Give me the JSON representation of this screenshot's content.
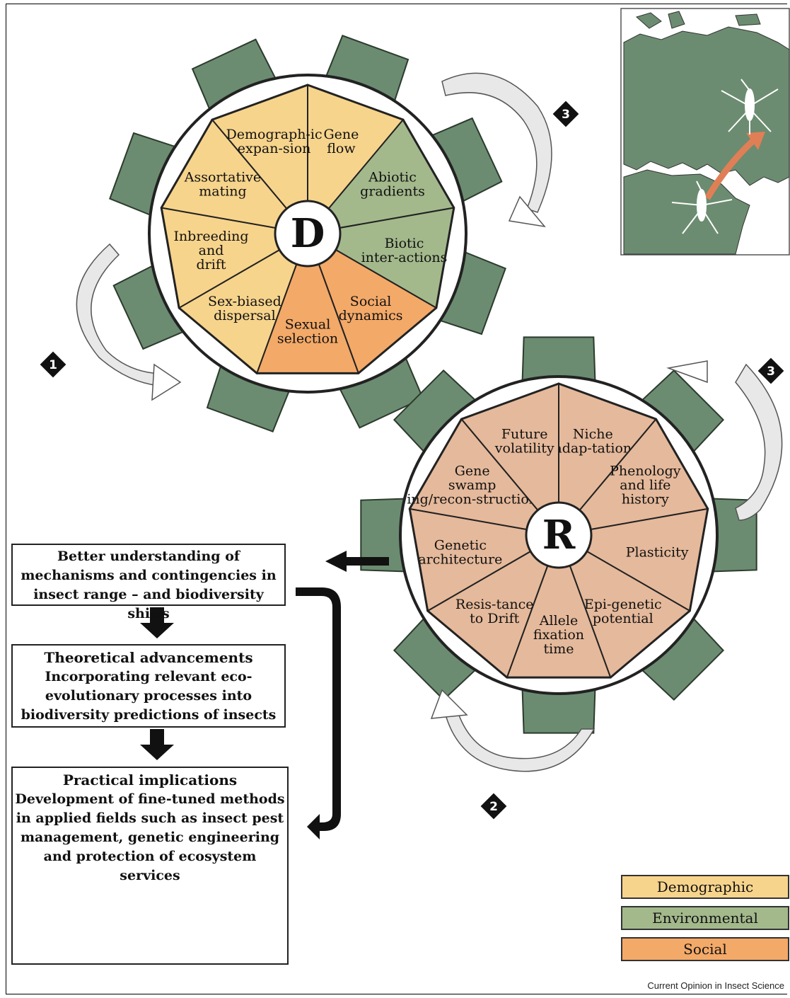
{
  "colors": {
    "demographic": "#f7d48c",
    "environmental": "#a3b98c",
    "social": "#f3a968",
    "resilience": "#e5b99b",
    "gear": "#6b8c70",
    "map_land": "#6b8c70",
    "arrow_orange": "#e07f56"
  },
  "gear_d": {
    "hub": "D",
    "segments": [
      {
        "label": "Gene flow",
        "category": "demographic"
      },
      {
        "label": "Abiotic gradients",
        "category": "environmental"
      },
      {
        "label": "Biotic inter-actions",
        "category": "environmental"
      },
      {
        "label": "Social dynamics",
        "category": "social"
      },
      {
        "label": "Sexual selection",
        "category": "social"
      },
      {
        "label": "Sex-biased dispersal",
        "category": "demographic"
      },
      {
        "label": "Inbreeding and drift",
        "category": "demographic"
      },
      {
        "label": "Assortative mating",
        "category": "demographic"
      },
      {
        "label": "Demograph-ic expan-sion",
        "category": "demographic"
      }
    ]
  },
  "gear_r": {
    "hub": "R",
    "segments": [
      {
        "label": "Niche adap-tation"
      },
      {
        "label": "Phenology and life history"
      },
      {
        "label": "Plasticity"
      },
      {
        "label": "Epi-genetic potential"
      },
      {
        "label": "Allele fixation time"
      },
      {
        "label": "Resis-tance to Drift"
      },
      {
        "label": "Genetic architecture"
      },
      {
        "label": "Gene swamp ing/recon-struction"
      },
      {
        "label": "Future volatility"
      }
    ]
  },
  "badges": {
    "b1": "1",
    "b2": "2",
    "b3a": "3",
    "b3b": "3"
  },
  "boxes": {
    "understanding": "Better understanding of mechanisms and contingencies in insect range – and biodiversity shifts",
    "theory_title": "Theoretical advancements",
    "theory_text": "Incorporating relevant eco-evolutionary processes into biodiversity predictions of insects",
    "practical_title": "Practical implications",
    "practical_text": "Development of fine-tuned methods in applied fields such as insect pest management, genetic engineering and protection of ecosystem services"
  },
  "legend": {
    "demographic": "Demographic",
    "environmental": "Environmental",
    "social": "Social"
  },
  "credit": "Current Opinion in Insect Science"
}
